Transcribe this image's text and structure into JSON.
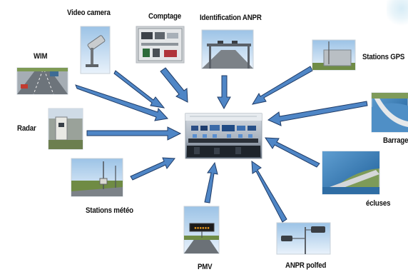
{
  "center": {
    "name": "control-room"
  },
  "labels": {
    "video_camera": "Video camera",
    "comptage": "Comptage",
    "anpr": "Identification ANPR",
    "gps": "Stations GPS",
    "wim": "WIM",
    "radar": "Radar",
    "barrage": "Barrage",
    "meteo": "Stations météo",
    "ecluses": "écluses",
    "pmv": "PMV",
    "anpr_polfed": "ANPR polfed"
  },
  "colors": {
    "arrow_fill": "#4f86c6",
    "arrow_stroke": "#1f3b66"
  }
}
